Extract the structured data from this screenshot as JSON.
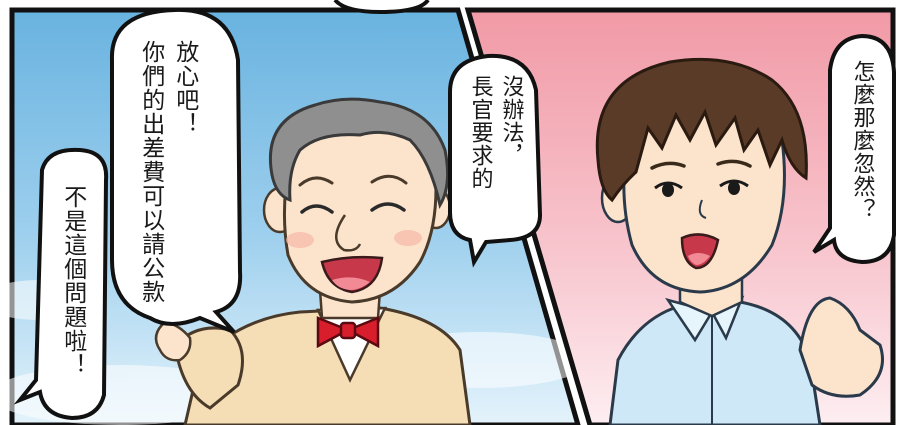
{
  "comic": {
    "left_panel": {
      "bubble_main": {
        "lines": [
          "放心吧！",
          "你們的出差費可以請公款"
        ]
      },
      "bubble_side": {
        "lines": [
          "不是這個問題啦！"
        ]
      },
      "bubble_center": {
        "lines": [
          "沒辦法，",
          "長官要求的"
        ]
      }
    },
    "right_panel": {
      "bubble_right": {
        "lines": [
          "怎麼那麼忽然？"
        ]
      }
    },
    "colors": {
      "left_bg_top": "#69b3e0",
      "left_bg_bottom": "#dff0fa",
      "right_bg_top": "#f19aa6",
      "right_bg_bottom": "#fde9ee",
      "border": "#111111",
      "skin": "#fbe3cc",
      "hair_old": "#8f8f8f",
      "hair_young": "#5a3b28",
      "sweater": "#f5ddb5",
      "bowtie": "#d81e2c",
      "shirt": "#cfe8f7"
    }
  }
}
